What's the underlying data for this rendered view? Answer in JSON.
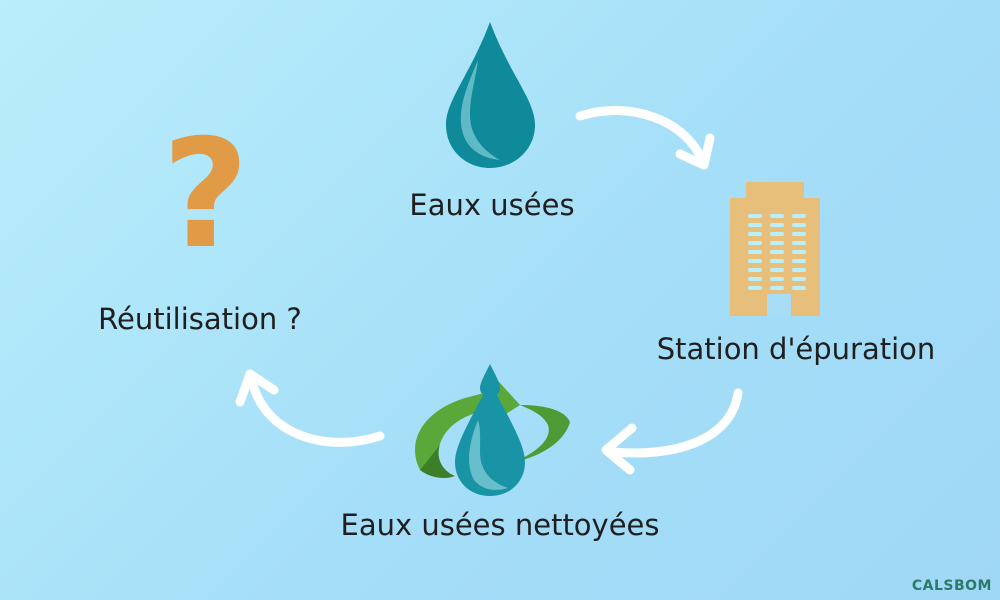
{
  "nodes": {
    "wastewater": "Eaux usées",
    "plant": "Station d'épuration",
    "clean_water": "Eaux usées nettoyées",
    "reuse": "Réutilisation ?"
  },
  "question_mark": "?",
  "logo": {
    "text": "CALSBOM"
  },
  "colors": {
    "background": "#a9e2f8",
    "drop_dark": "#0e8a9a",
    "building": "#e8bf7a",
    "question": "#e19b47",
    "arrow": "#ffffff",
    "green_arrow": "#5aa83a"
  }
}
